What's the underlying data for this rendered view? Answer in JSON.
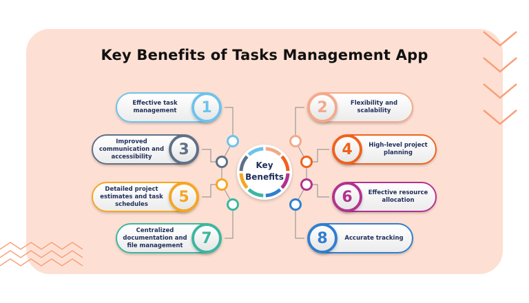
{
  "title": "Key Benefits of Tasks Management App",
  "center": {
    "line1": "Key",
    "line2": "Benefits"
  },
  "benefits": [
    {
      "number": "1",
      "label": "Effective task management",
      "color": "#6cc3ec"
    },
    {
      "number": "2",
      "label": "Flexibility and scalability",
      "color": "#f4a98a"
    },
    {
      "number": "3",
      "label": "Improved communication and accessibility",
      "color": "#5f7087"
    },
    {
      "number": "4",
      "label": "High-level project planning",
      "color": "#f0621e"
    },
    {
      "number": "5",
      "label": "Detailed project estimates and task schedules",
      "color": "#f5a623"
    },
    {
      "number": "6",
      "label": "Effective resource allocation",
      "color": "#b2328e"
    },
    {
      "number": "7",
      "label": "Centralized documentation and file management",
      "color": "#3bb7a0"
    },
    {
      "number": "8",
      "label": "Accurate tracking",
      "color": "#2f7fcf"
    }
  ]
}
